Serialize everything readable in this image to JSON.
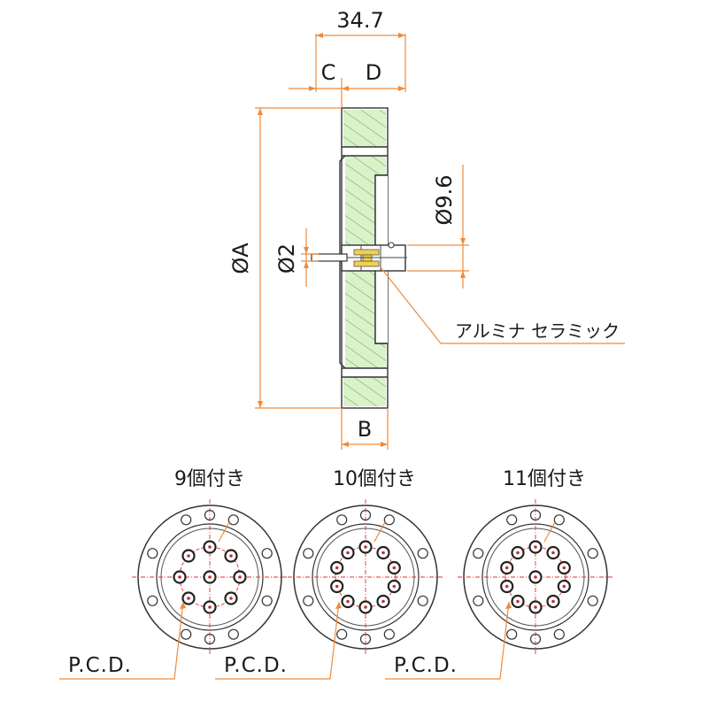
{
  "side_view": {
    "dim_total": "34.7",
    "label_c": "C",
    "label_d": "D",
    "label_b": "B",
    "label_phi_a": "ØA",
    "label_phi_2": "Ø2",
    "label_phi_9_6": "Ø9.6",
    "material_callout": "アルミナ セラミック"
  },
  "front_views": [
    {
      "title": "9個付き",
      "pcd_label": "P.C.D.",
      "pins": 9,
      "center_pin": true
    },
    {
      "title": "10個付き",
      "pcd_label": "P.C.D.",
      "pins": 10,
      "center_pin": false
    },
    {
      "title": "11個付き",
      "pcd_label": "P.C.D.",
      "pins": 11,
      "center_pin": true
    }
  ],
  "colors": {
    "dimension": "#ef8a3a",
    "outline": "#333333",
    "hatch_fill": "#d9f2c9",
    "hatch_line": "#55a845",
    "centerline": "#e03030",
    "conductor": "#f2d04a"
  }
}
